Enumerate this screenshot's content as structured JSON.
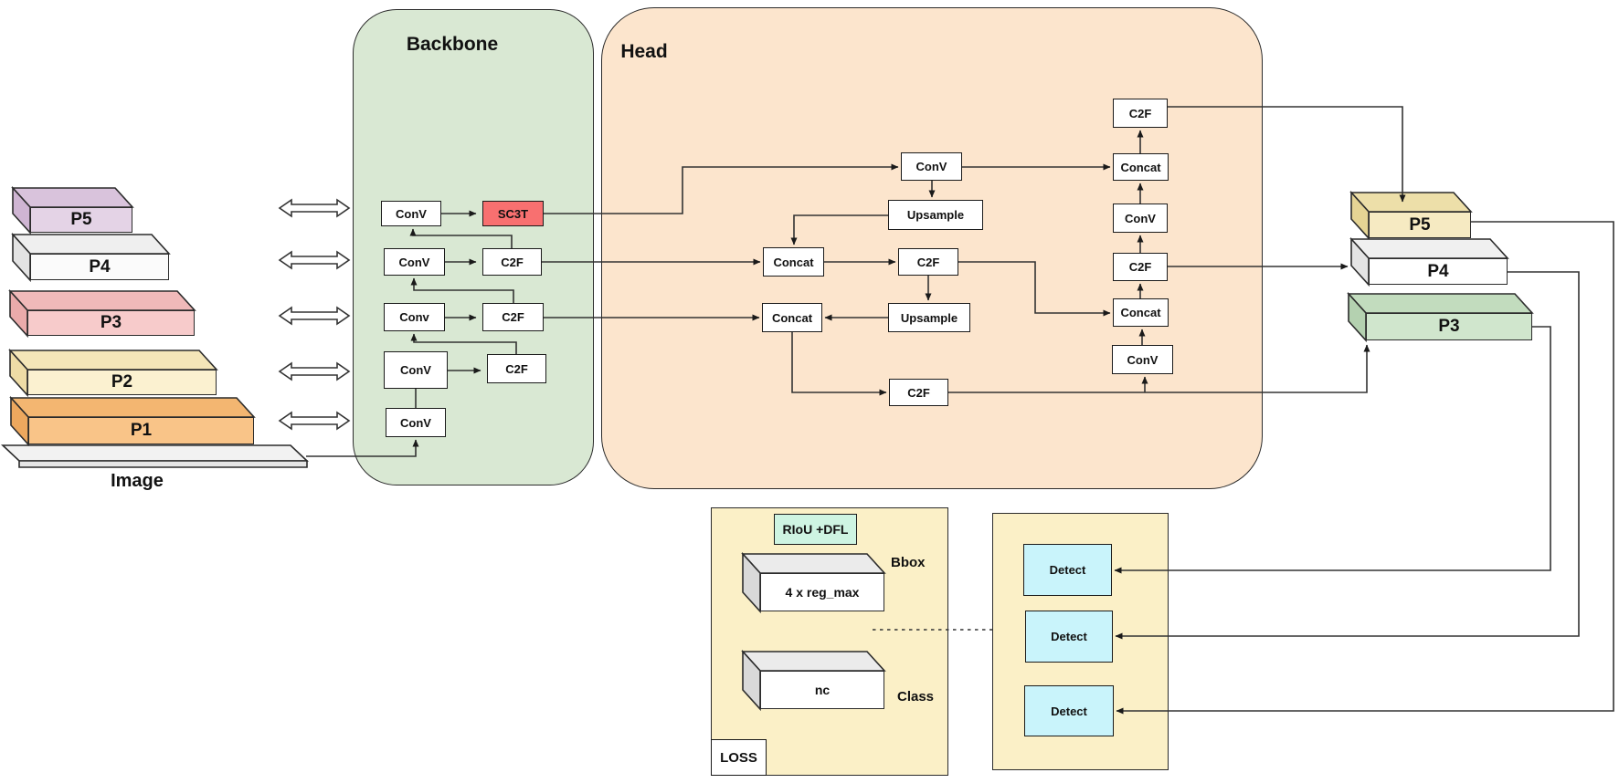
{
  "diagram": {
    "backbone": {
      "title": "Backbone",
      "nodes": [
        {
          "id": "conv1",
          "label": "ConV"
        },
        {
          "id": "sc3t",
          "label": "SC3T"
        },
        {
          "id": "conv2",
          "label": "ConV"
        },
        {
          "id": "c2f2",
          "label": "C2F"
        },
        {
          "id": "conv3",
          "label": "Conv"
        },
        {
          "id": "c2f3",
          "label": "C2F"
        },
        {
          "id": "conv4",
          "label": "ConV"
        },
        {
          "id": "c2f4",
          "label": "C2F"
        },
        {
          "id": "conv5",
          "label": "ConV"
        }
      ]
    },
    "head": {
      "title": "Head",
      "nodes": [
        {
          "id": "conv_top",
          "label": "ConV"
        },
        {
          "id": "upsample1",
          "label": "Upsample"
        },
        {
          "id": "concat1",
          "label": "Concat"
        },
        {
          "id": "c2f1",
          "label": "C2F"
        },
        {
          "id": "upsample2",
          "label": "Upsample"
        },
        {
          "id": "concat2",
          "label": "Concat"
        },
        {
          "id": "c2f_bottom",
          "label": "C2F"
        },
        {
          "id": "col_c2f_top",
          "label": "C2F"
        },
        {
          "id": "col_concat_a",
          "label": "Concat"
        },
        {
          "id": "col_conv_a",
          "label": "ConV"
        },
        {
          "id": "col_c2f_mid",
          "label": "C2F"
        },
        {
          "id": "col_concat_b",
          "label": "Concat"
        },
        {
          "id": "col_conv_b",
          "label": "ConV"
        }
      ]
    },
    "pyramid": {
      "image_label": "Image",
      "levels": [
        {
          "label": "P5",
          "color": "#e4d3e6"
        },
        {
          "label": "P4",
          "color": "#fbfbfb"
        },
        {
          "label": "P3",
          "color": "#f7cbcb"
        },
        {
          "label": "P2",
          "color": "#fbf1d0"
        },
        {
          "label": "P1",
          "color": "#f9c488"
        }
      ]
    },
    "outputs": {
      "levels": [
        {
          "label": "P5",
          "color": "#f6eac2"
        },
        {
          "label": "P4",
          "color": "#ffffff"
        },
        {
          "label": "P3",
          "color": "#d0e6cd"
        }
      ]
    },
    "loss_panel": {
      "riou_dfl": "RIoU +DFL",
      "bbox_value": "4 x reg_max",
      "bbox_label": "Bbox",
      "class_value": "nc",
      "class_label": "Class",
      "loss_label": "LOSS"
    },
    "detect_panel": {
      "items": [
        {
          "label": "Detect"
        },
        {
          "label": "Detect"
        },
        {
          "label": "Detect"
        }
      ]
    },
    "colors": {
      "backbone_bg": "#d9e8d3",
      "head_bg": "#fce5cd",
      "sc3t_red": "#f87070",
      "loss_panel_bg": "#fbf0c7",
      "detect_box_bg": "#c9f4fb",
      "riou_bg": "#cef4e2",
      "connector": "#333333"
    }
  }
}
